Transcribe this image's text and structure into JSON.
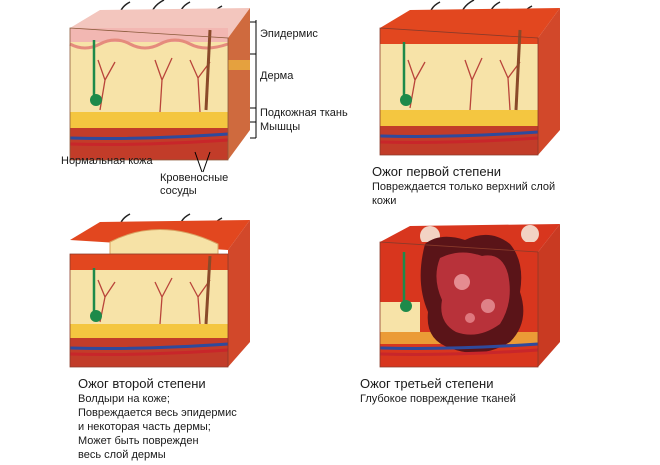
{
  "normal": {
    "layers": {
      "epidermis": "Эпидермис",
      "dermis": "Дерма",
      "subcutaneous": "Подкожная ткань",
      "muscles": "Мышцы"
    },
    "caption": "Нормальная кожа",
    "vessels_label": [
      "Кровеносные",
      "сосуды"
    ]
  },
  "first_degree": {
    "title": "Ожог первой степени",
    "description": [
      "Повреждается только верхний слой",
      "кожи"
    ]
  },
  "second_degree": {
    "title": "Ожог второй степени",
    "description": [
      "Волдыри на коже;",
      "Повреждается весь эпидермис",
      "и некоторая часть дермы;",
      "Может быть поврежден",
      "весь слой дермы"
    ]
  },
  "third_degree": {
    "title": "Ожог третьей степени",
    "description": [
      "Глубокое повреждение тканей"
    ]
  },
  "colors": {
    "epidermis_normal": "#f2b7b2",
    "epidermis_burn": "#e2471f",
    "dermis": "#f7e3a8",
    "subcutaneous": "#f4c640",
    "muscle": "#c23c29",
    "vein": "#2f4a9c",
    "artery": "#c8262a",
    "gland": "#1e8a4a",
    "char": "#5a1418"
  }
}
